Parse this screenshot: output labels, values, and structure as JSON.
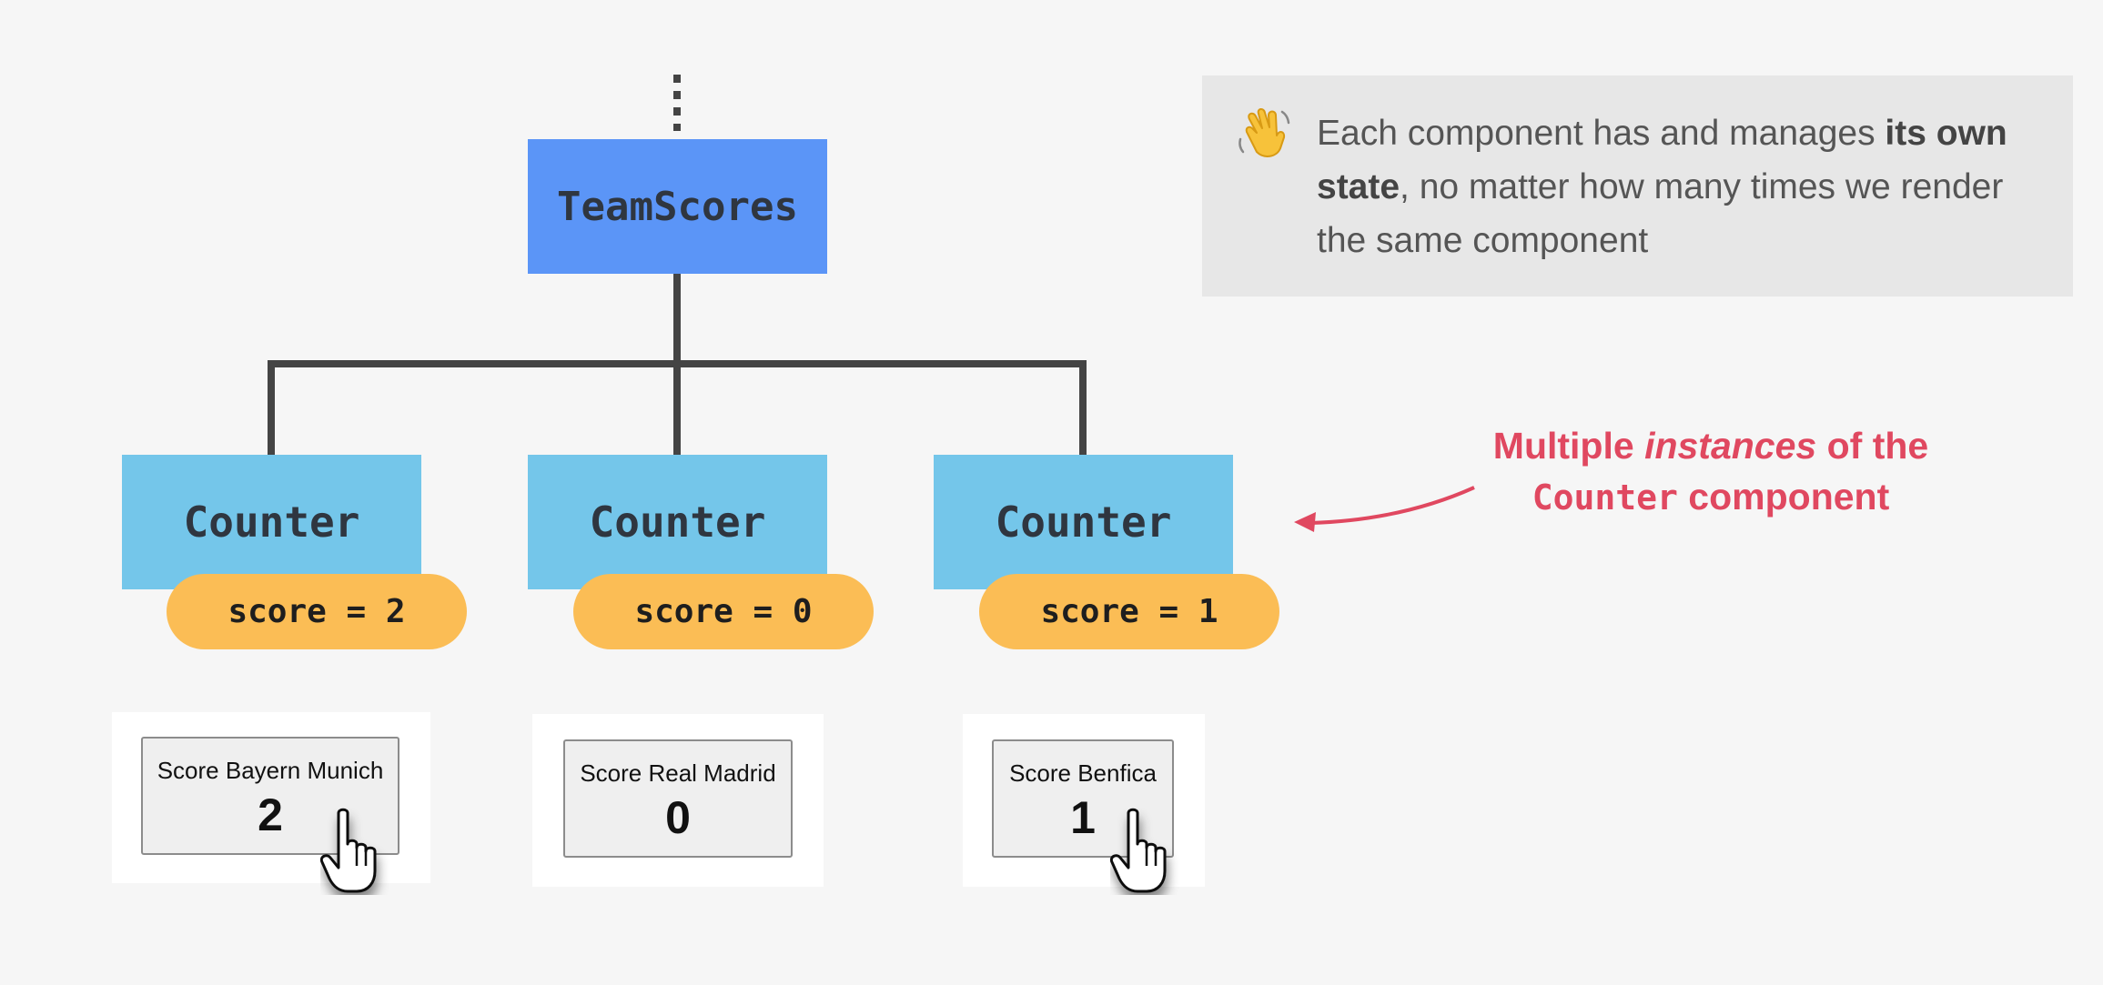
{
  "diagram": {
    "root": {
      "label": "TeamScores"
    },
    "children": [
      {
        "label": "Counter",
        "state": "score = 2"
      },
      {
        "label": "Counter",
        "state": "score = 0"
      },
      {
        "label": "Counter",
        "state": "score = 1"
      }
    ]
  },
  "rendered": [
    {
      "button_label": "Score Bayern Munich",
      "value": "2",
      "pointer": true
    },
    {
      "button_label": "Score Real Madrid",
      "value": "0",
      "pointer": false
    },
    {
      "button_label": "Score Benfica",
      "value": "1",
      "pointer": true
    }
  ],
  "note": {
    "emoji": "waving-hand-icon",
    "text_1": "Each component has and manages ",
    "bold_1": "its own state",
    "text_2": ", no matter how many times we render the same component"
  },
  "annotation": {
    "line1_a": "Multiple ",
    "line1_em": "instances",
    "line1_b": " of the",
    "line2_code": "Counter",
    "line2_rest": " component"
  },
  "colors": {
    "background": "#f6f6f6",
    "root_node": "#5b95f7",
    "child_node": "#74c6ea",
    "state_pill": "#fbbd55",
    "connector": "#444444",
    "annotation": "#e04860",
    "note_bg": "#e7e7e7"
  }
}
